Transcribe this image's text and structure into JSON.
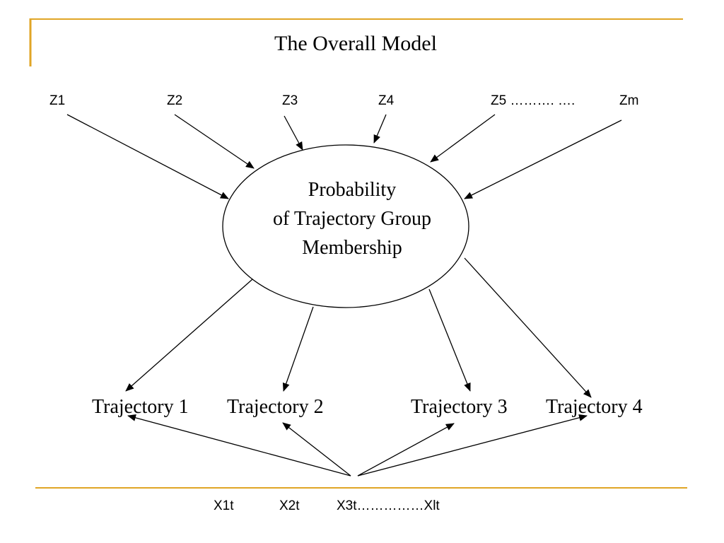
{
  "slide": {
    "title": "The Overall Model",
    "accent_color": "#E0A526"
  },
  "center_node": {
    "lines": [
      "Probability",
      "of Trajectory Group",
      "Membership"
    ]
  },
  "covariates_top": [
    "Z1",
    "Z2",
    "Z3",
    "Z4",
    "Z5 ………. ….",
    "Zm"
  ],
  "trajectories": [
    "Trajectory 1",
    "Trajectory 2",
    "Trajectory 3",
    "Trajectory 4"
  ],
  "covariates_bottom": [
    "X1t",
    "X2t",
    "X3t……………Xlt"
  ]
}
